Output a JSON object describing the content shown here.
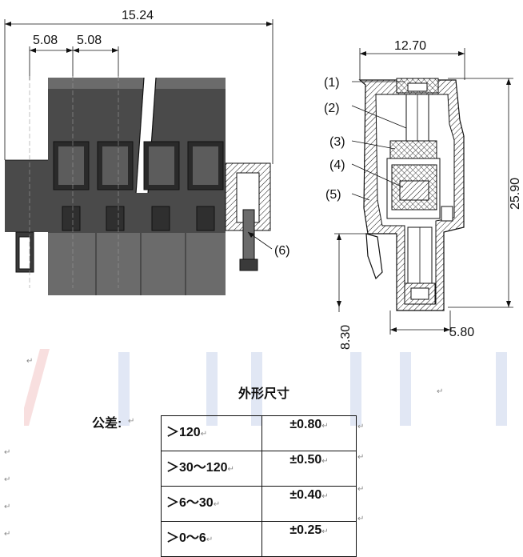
{
  "dimensions": {
    "overall_width": "15.24",
    "pitch_1": "5.08",
    "pitch_2": "5.08",
    "side_width": "12.70",
    "height": "25.90",
    "pin_length": "8.30",
    "pin_width": "5.80"
  },
  "callouts": [
    "(1)",
    "(2)",
    "(3)",
    "(4)",
    "(5)",
    "(6)"
  ],
  "tolerance": {
    "title": "外形尺寸",
    "label": "公差:",
    "rows": [
      {
        "range": "＞120",
        "value": "±0.80"
      },
      {
        "range": "＞30～120",
        "value": "±0.50"
      },
      {
        "range": "＞6～30",
        "value": "±0.40"
      },
      {
        "range": "＞0～6",
        "value": "±0.25"
      }
    ]
  },
  "paragraph_mark": "↵",
  "colors": {
    "ink": "#111111",
    "watermark_red": "#f3c4c4",
    "watermark_blue": "#c9d4ec"
  }
}
